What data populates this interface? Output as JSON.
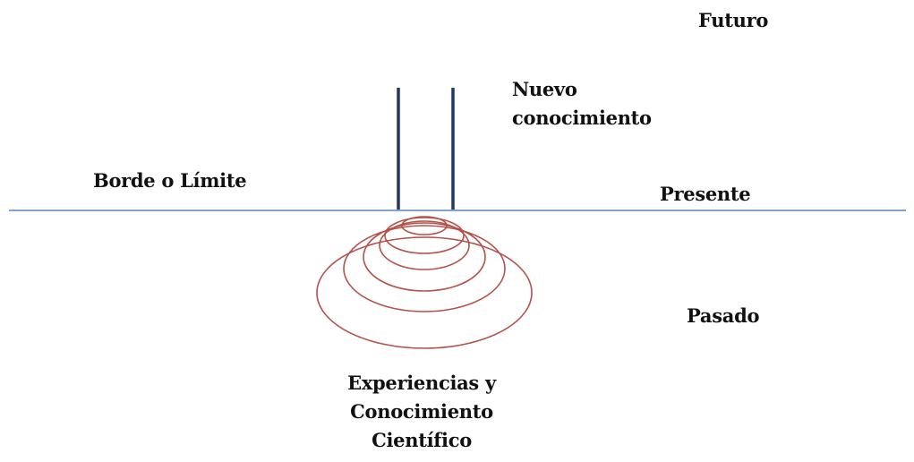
{
  "labels": {
    "futuro": "Futuro",
    "nuevo_line1": "Nuevo",
    "nuevo_line2": "conocimiento",
    "borde": "Borde o Límite",
    "presente": "Presente",
    "pasado": "Pasado",
    "experiencias_line1": "Experiencias y",
    "experiencias_line2": "Conocimiento",
    "experiencias_line3": "Científico"
  },
  "colors": {
    "horizon_line": "#7fa3cf",
    "vertical_posts": "#1f3864",
    "spiral": "#b5504a",
    "text": "#111111"
  }
}
